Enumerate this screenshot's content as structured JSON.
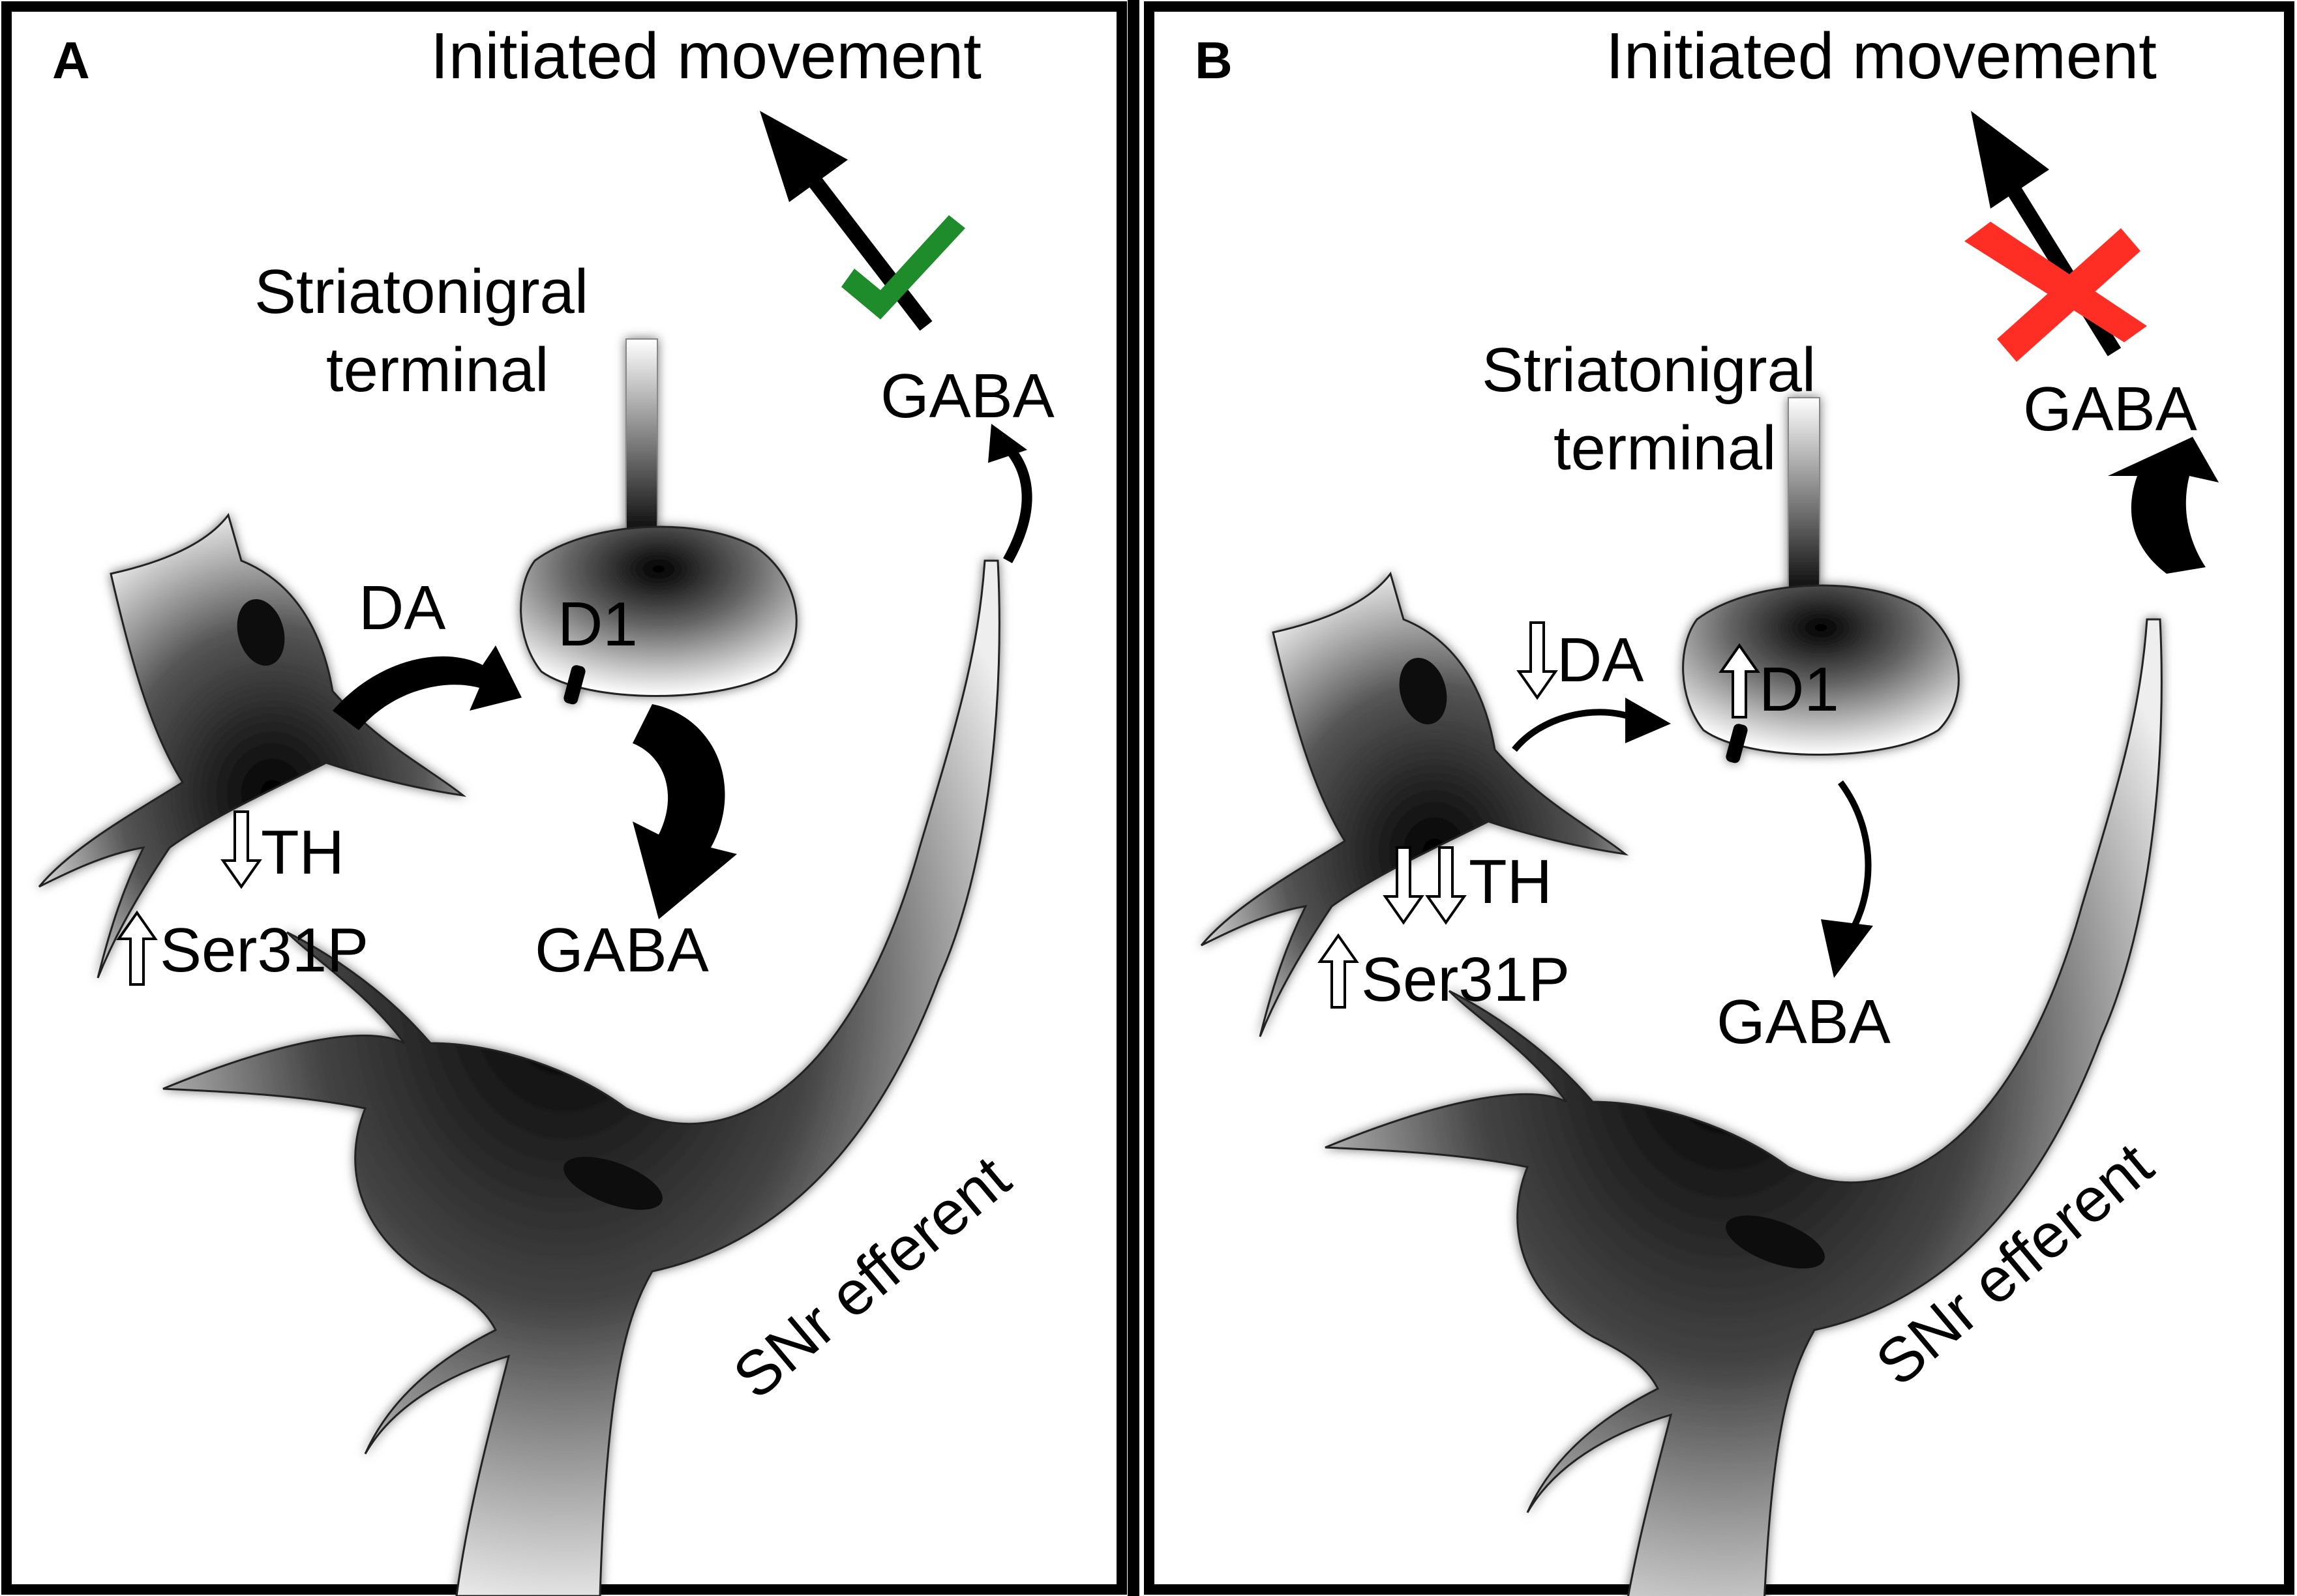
{
  "panels": [
    {
      "letter": "A",
      "title": "Initiated movement",
      "terminal_line1": "Striatonigral",
      "terminal_line2": "terminal",
      "da": "DA",
      "d1": "D1",
      "gaba_terminal": "GABA",
      "th": "TH",
      "ser": "Ser31P",
      "gaba_efferent": "GABA",
      "snr": "SNr efferent",
      "outcome": "check"
    },
    {
      "letter": "B",
      "title": "Initiated movement",
      "terminal_line1": "Striatonigral",
      "terminal_line2": "terminal",
      "da": "DA",
      "d1": "D1",
      "gaba_terminal": "GABA",
      "th": "TH",
      "ser": "Ser31P",
      "gaba_efferent": "GABA",
      "snr": "SNr efferent",
      "outcome": "cross"
    }
  ],
  "colors": {
    "check": "#1e8c2a",
    "cross": "#ff2e24",
    "border": "#000000"
  }
}
